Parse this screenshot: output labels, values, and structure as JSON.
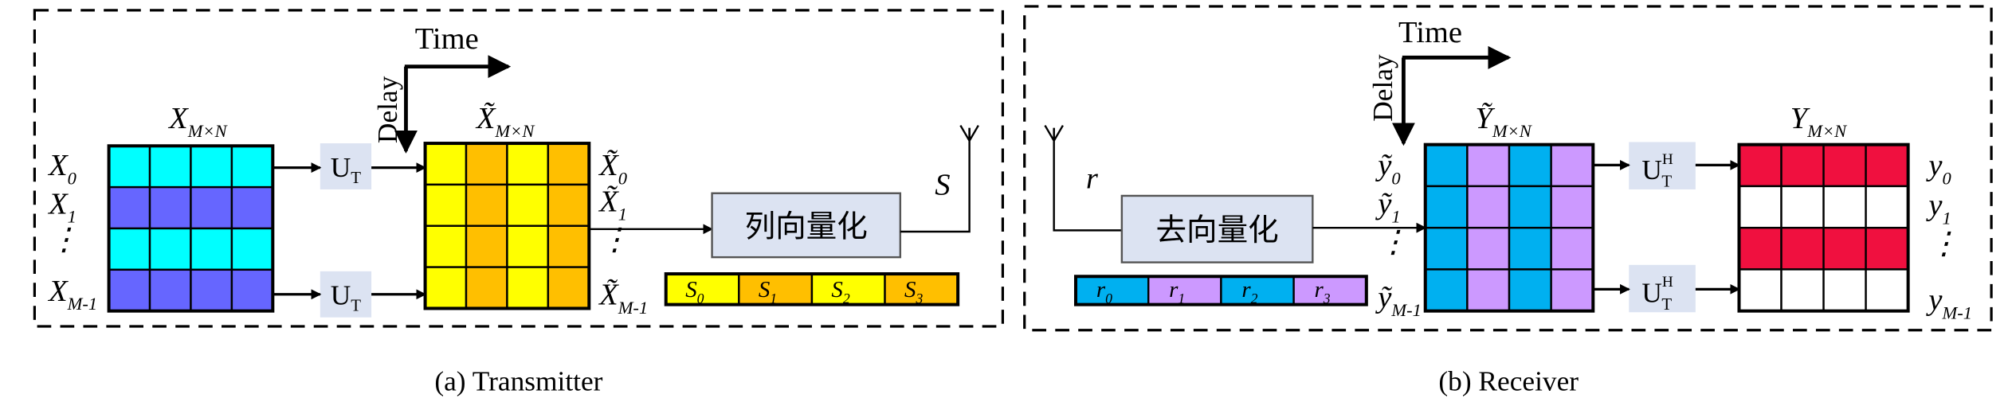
{
  "colors": {
    "cyan": "#00FFFF",
    "blue": "#6666FF",
    "yellow": "#FFFF00",
    "orange": "#FFBF00",
    "sky": "#00B0F0",
    "lilac": "#CC99FF",
    "red": "#F0103F",
    "white": "#FFFFFF",
    "box": "#DCE3F2"
  },
  "transmitter": {
    "caption": "(a) Transmitter",
    "time_label": "Time",
    "delay_label": "Delay",
    "input_matrix": {
      "base": "X",
      "sub": "M×N"
    },
    "input_rows": [
      {
        "base": "X",
        "sub": "0"
      },
      {
        "base": "X",
        "sub": "1"
      },
      {
        "base": "⋮",
        "sub": ""
      },
      {
        "base": "X",
        "sub": "M-1"
      }
    ],
    "transform": {
      "base": "U",
      "sub": "T"
    },
    "output_matrix": {
      "base": "X̃",
      "sub": "M×N"
    },
    "output_rows": [
      {
        "base": "X̃",
        "sub": "0"
      },
      {
        "base": "X̃",
        "sub": "1"
      },
      {
        "base": "⋮",
        "sub": ""
      },
      {
        "base": "X̃",
        "sub": "M-1"
      }
    ],
    "block_label": "列向量化",
    "signal_label": "S",
    "sequence": [
      {
        "base": "S",
        "sub": "0"
      },
      {
        "base": "S",
        "sub": "1"
      },
      {
        "base": "S",
        "sub": "2"
      },
      {
        "base": "S",
        "sub": "3"
      }
    ]
  },
  "receiver": {
    "caption": "(b) Receiver",
    "time_label": "Time",
    "delay_label": "Delay",
    "signal_label": "r",
    "block_label": "去向量化",
    "sequence": [
      {
        "base": "r",
        "sub": "0"
      },
      {
        "base": "r",
        "sub": "1"
      },
      {
        "base": "r",
        "sub": "2"
      },
      {
        "base": "r",
        "sub": "3"
      }
    ],
    "input_matrix": {
      "base": "Ỹ",
      "sub": "M×N"
    },
    "input_rows": [
      {
        "base": "ỹ",
        "sub": "0"
      },
      {
        "base": "ỹ",
        "sub": "1"
      },
      {
        "base": "⋮",
        "sub": ""
      },
      {
        "base": "ỹ",
        "sub": "M-1"
      }
    ],
    "transform": {
      "base": "U",
      "sup": "H",
      "sub": "T"
    },
    "output_matrix": {
      "base": "Y",
      "sub": "M×N"
    },
    "output_rows": [
      {
        "base": "y",
        "sub": "0"
      },
      {
        "base": "y",
        "sub": "1"
      },
      {
        "base": "⋮",
        "sub": ""
      },
      {
        "base": "y",
        "sub": "M-1"
      }
    ]
  }
}
